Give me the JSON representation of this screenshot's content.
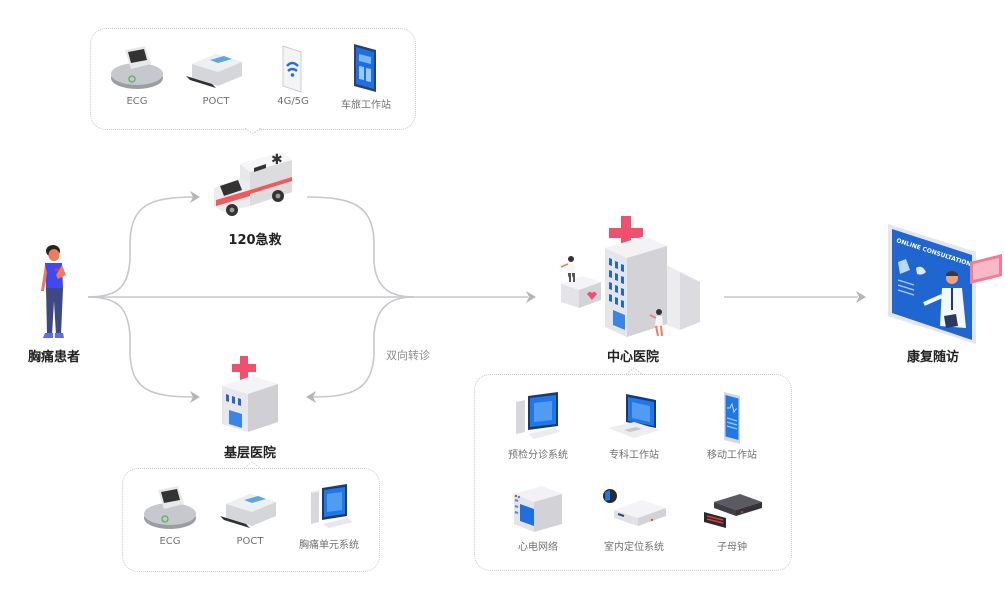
{
  "nodes": {
    "patient": "胸痛患者",
    "ambulance": "120急救",
    "primary_hospital": "基层医院",
    "central_hospital": "中心医院",
    "followup": "康复随访"
  },
  "edge_labels": {
    "two_way_referral": "双向转诊"
  },
  "ambulance_equipment": [
    {
      "label": "ECG",
      "icon": "ecg-device-icon"
    },
    {
      "label": "POCT",
      "icon": "poct-analyzer-icon"
    },
    {
      "label": "4G/5G",
      "icon": "wifi-signal-icon"
    },
    {
      "label": "车旅工作站",
      "icon": "tablet-workstation-icon"
    }
  ],
  "primary_equipment": [
    {
      "label": "ECG",
      "icon": "ecg-device-icon"
    },
    {
      "label": "POCT",
      "icon": "poct-analyzer-icon"
    },
    {
      "label": "胸痛单元系统",
      "icon": "desktop-computer-icon"
    }
  ],
  "central_equipment": [
    {
      "label": "预检分诊系统",
      "icon": "desktop-computer-icon"
    },
    {
      "label": "专科工作站",
      "icon": "laptop-icon"
    },
    {
      "label": "移动工作站",
      "icon": "smartphone-icon"
    },
    {
      "label": "心电网络",
      "icon": "ecg-network-server-icon"
    },
    {
      "label": "室内定位系统",
      "icon": "indoor-positioning-icon"
    },
    {
      "label": "子母钟",
      "icon": "master-slave-clock-icon"
    }
  ],
  "screen_text": {
    "online_consultations": "ONLINE CONSULTATIONS"
  },
  "colors": {
    "line": "#c4c4c8",
    "arrow": "#b5b5ba",
    "cross_red": "#f0506e",
    "screen_blue": "#1a66d6",
    "building_gray": "#e4e4e8"
  }
}
